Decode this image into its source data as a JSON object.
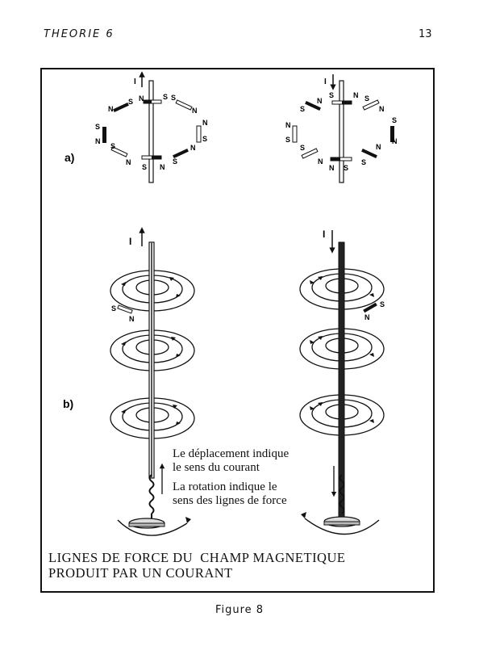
{
  "header": {
    "chapter": "THEORIE 6",
    "page_number": "13"
  },
  "figure": {
    "part_a_label": "a)",
    "part_b_label": "b)",
    "current_symbol": "I",
    "pole_n": "N",
    "pole_s": "S",
    "note_displacement": [
      "Le déplacement indique",
      "le sens du courant"
    ],
    "note_rotation": [
      "La rotation indique le",
      "sens des lignes de force"
    ],
    "title": [
      "LIGNES DE FORCE DU  CHAMP MAGNETIQUE",
      "PRODUIT PAR UN COURANT"
    ]
  },
  "caption": "Figure 8"
}
